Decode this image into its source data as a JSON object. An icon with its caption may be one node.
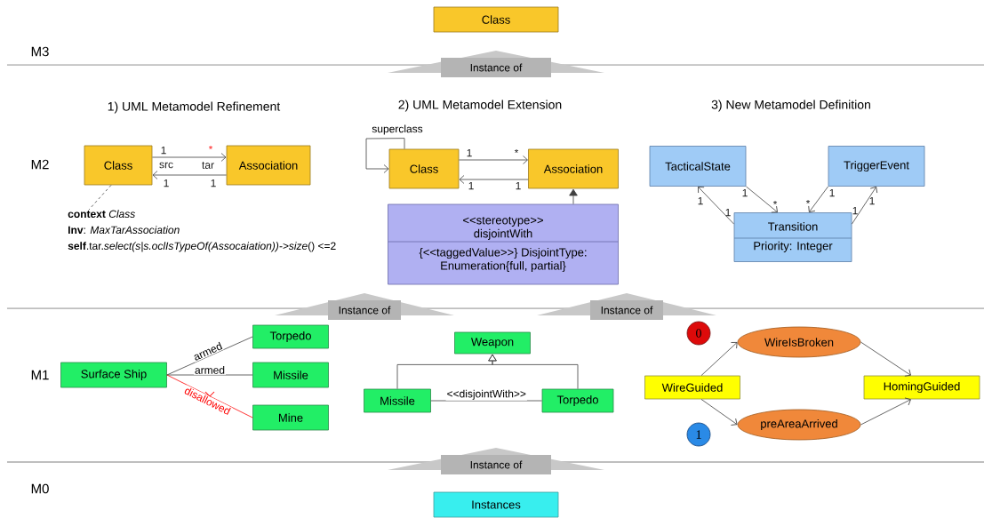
{
  "diagram": {
    "nodes": [
      {
        "text": [
          "Class"
        ]
      },
      {
        "text": [
          "Class"
        ]
      },
      {
        "text": [
          "Association"
        ]
      },
      {
        "text": [
          "Class"
        ]
      },
      {
        "text": [
          "Association"
        ]
      },
      {
        "text": [
          "<<stereotype>> disjointWith",
          "{<<taggedValue>>} DisjointType: Enumeration{full, partial}"
        ]
      },
      {
        "text": [
          "TacticalState"
        ]
      },
      {
        "text": [
          "TriggerEvent"
        ]
      },
      {
        "text": [
          "Transition",
          "Priority: Integer"
        ]
      },
      {
        "text": [
          "**context** *Class*",
          "**Inv**: *MaxTarAssociation*",
          "**self**.tar.*select(s|s.oclIsTypeOf(Assocaiation))->size*() <=2"
        ]
      },
      {
        "text": [
          "Surface Ship"
        ]
      },
      {
        "text": [
          "Torpedo"
        ]
      },
      {
        "text": [
          "Missile"
        ]
      },
      {
        "text": [
          "Mine"
        ]
      },
      {
        "text": [
          "Weapon"
        ]
      },
      {
        "text": [
          "Missile"
        ]
      },
      {
        "text": [
          "Torpedo"
        ]
      },
      {
        "text": [
          "0"
        ]
      },
      {
        "text": [
          "WireIsBroken"
        ]
      },
      {
        "text": [
          "WireGuided"
        ]
      },
      {
        "text": [
          "HomingGuided"
        ]
      },
      {
        "text": [
          "1"
        ]
      },
      {
        "text": [
          "preAreaArrived"
        ]
      },
      {
        "text": [
          "Instances"
        ]
      },
      {
        "text": [
          "Instance of"
        ]
      },
      {
        "text": [
          "Instance of"
        ]
      },
      {
        "text": [
          "Instance of"
        ]
      },
      {
        "text": [
          "Instance of"
        ]
      }
    ],
    "edges": [
      {
        "from": 1,
        "to": 2,
        "arrow": "to"
      },
      {
        "from": 2,
        "to": 1,
        "arrow": "to"
      },
      {
        "from": 1,
        "to": 9,
        "arrow": "none",
        "style": "dashed"
      },
      {
        "from": 3,
        "to": 3,
        "arrow": "to",
        "label": "superclass"
      },
      {
        "from": 3,
        "to": 4,
        "arrow": "to"
      },
      {
        "from": 4,
        "to": 3,
        "arrow": "to"
      },
      {
        "from": 5,
        "to": 4,
        "arrow": "to"
      },
      {
        "from": 8,
        "to": 6,
        "arrow": "to"
      },
      {
        "from": 6,
        "to": 8,
        "arrow": "to"
      },
      {
        "from": 7,
        "to": 8,
        "arrow": "to"
      },
      {
        "from": 8,
        "to": 7,
        "arrow": "to"
      },
      {
        "from": 10,
        "to": 11,
        "arrow": "none",
        "label": "armed"
      },
      {
        "from": 10,
        "to": 12,
        "arrow": "none",
        "label": "armed"
      },
      {
        "from": 10,
        "to": 13,
        "arrow": "none",
        "label": "disallowed",
        "color": "#ff0000"
      },
      {
        "from": 15,
        "to": 14,
        "arrow": "to"
      },
      {
        "from": 16,
        "to": 14,
        "arrow": "to"
      },
      {
        "from": 15,
        "to": 16,
        "arrow": "none",
        "label": "<<disjointWith>>"
      },
      {
        "from": 19,
        "to": 18,
        "arrow": "to"
      },
      {
        "from": 19,
        "to": 22,
        "arrow": "to"
      },
      {
        "from": 18,
        "to": 20,
        "arrow": "to"
      },
      {
        "from": 22,
        "to": 20,
        "arrow": "to"
      }
    ],
    "labels": [
      "M3",
      "1) UML Metamodel Refinement",
      "2) UML Metamodel Extension",
      "3) New Metamodel Definition",
      "M2",
      "1",
      "*",
      "src",
      "tar",
      "1",
      "1",
      "1",
      "*",
      "1",
      "1",
      "1",
      "*",
      "1",
      "1",
      "1",
      "*",
      "1",
      "1",
      "M1",
      "M0"
    ]
  }
}
